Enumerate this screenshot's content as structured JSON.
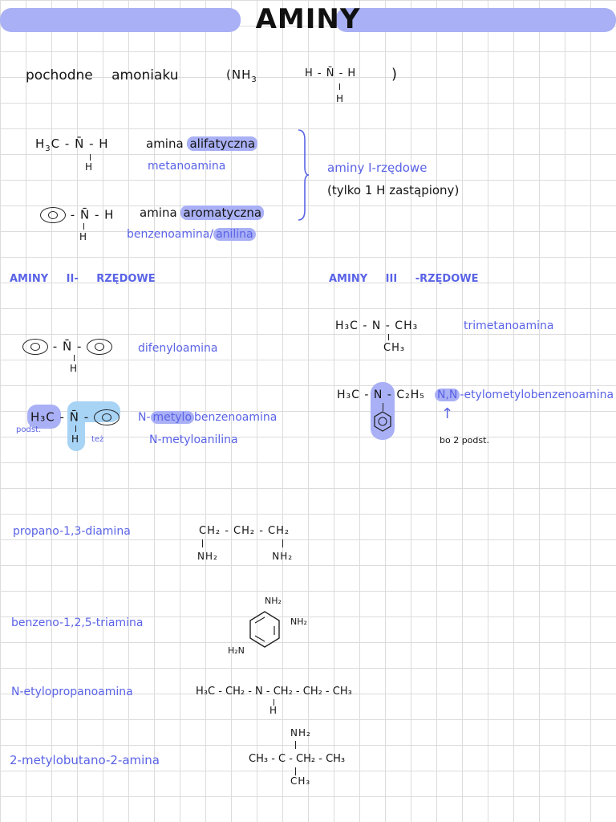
{
  "title": "AMINY",
  "intro": {
    "text": "pochodne amoniaku",
    "formula": "(NH",
    "sub3": "3",
    "structure": "H - N̄ - H",
    "structure_h": "H",
    "paren": ")"
  },
  "primary": {
    "methyl": {
      "formula_left": "H",
      "formula_sub": "3",
      "formula_rest": "C - N̄ - H",
      "h_below": "H",
      "type_prefix": "amina",
      "type": "alifatyczna",
      "name": "metanoamina"
    },
    "aryl": {
      "formula": "- N̄ - H",
      "h_below": "H",
      "type_prefix": "amina",
      "type": "aromatyczna",
      "name1": "benzenoamina",
      "name2": "anilina"
    },
    "label_line1": "aminy I-rzędowe",
    "label_line2": "(tylko 1 H zastąpiony)"
  },
  "secondary": {
    "heading": "AMINY II- RZĘDOWE",
    "ex1": {
      "formula": "- N̄ -",
      "h": "H",
      "name": "difenyloamina"
    },
    "ex2": {
      "h3c": "H₃C -",
      "n": "N̄ -",
      "h": "H",
      "note_left": "podst.",
      "note_right": "też",
      "name_prefix": "N-",
      "name_hl": "metylo",
      "name_rest": "benzenoamina",
      "name2": "N-metyloanilina"
    }
  },
  "tertiary": {
    "heading": "AMINY III -RZĘDOWE",
    "ex1": {
      "formula": "H₃C - N - CH₃",
      "below": "CH₃",
      "name": "trimetanoamina"
    },
    "ex2": {
      "formula_left": "H₃C -",
      "n": "N",
      "formula_right": "- C₂H₅",
      "nn": "N,N",
      "name": "-etylometylobenzenoamina",
      "arrow": "↑",
      "note": "bo 2 podst."
    }
  },
  "examples": [
    {
      "name": "propano-1,3-diamina",
      "top": "CH₂ - CH₂ - CH₂",
      "bottom": "NH₂              NH₂"
    },
    {
      "name": "benzeno-1,2,5-triamina",
      "nh2_top": "NH₂",
      "nh2_right": "NH₂",
      "nh2_left": "H₂N"
    },
    {
      "name": "N-etylopropanoamina",
      "top": "H₃C - CH₂ - N - CH₂ - CH₂ - CH₃",
      "bottom": "H"
    },
    {
      "name": "2-metylobutano-2-amina",
      "top": "NH₂",
      "middle": "CH₃ - C - CH₂ - CH₃",
      "bottom": "CH₃"
    }
  ]
}
